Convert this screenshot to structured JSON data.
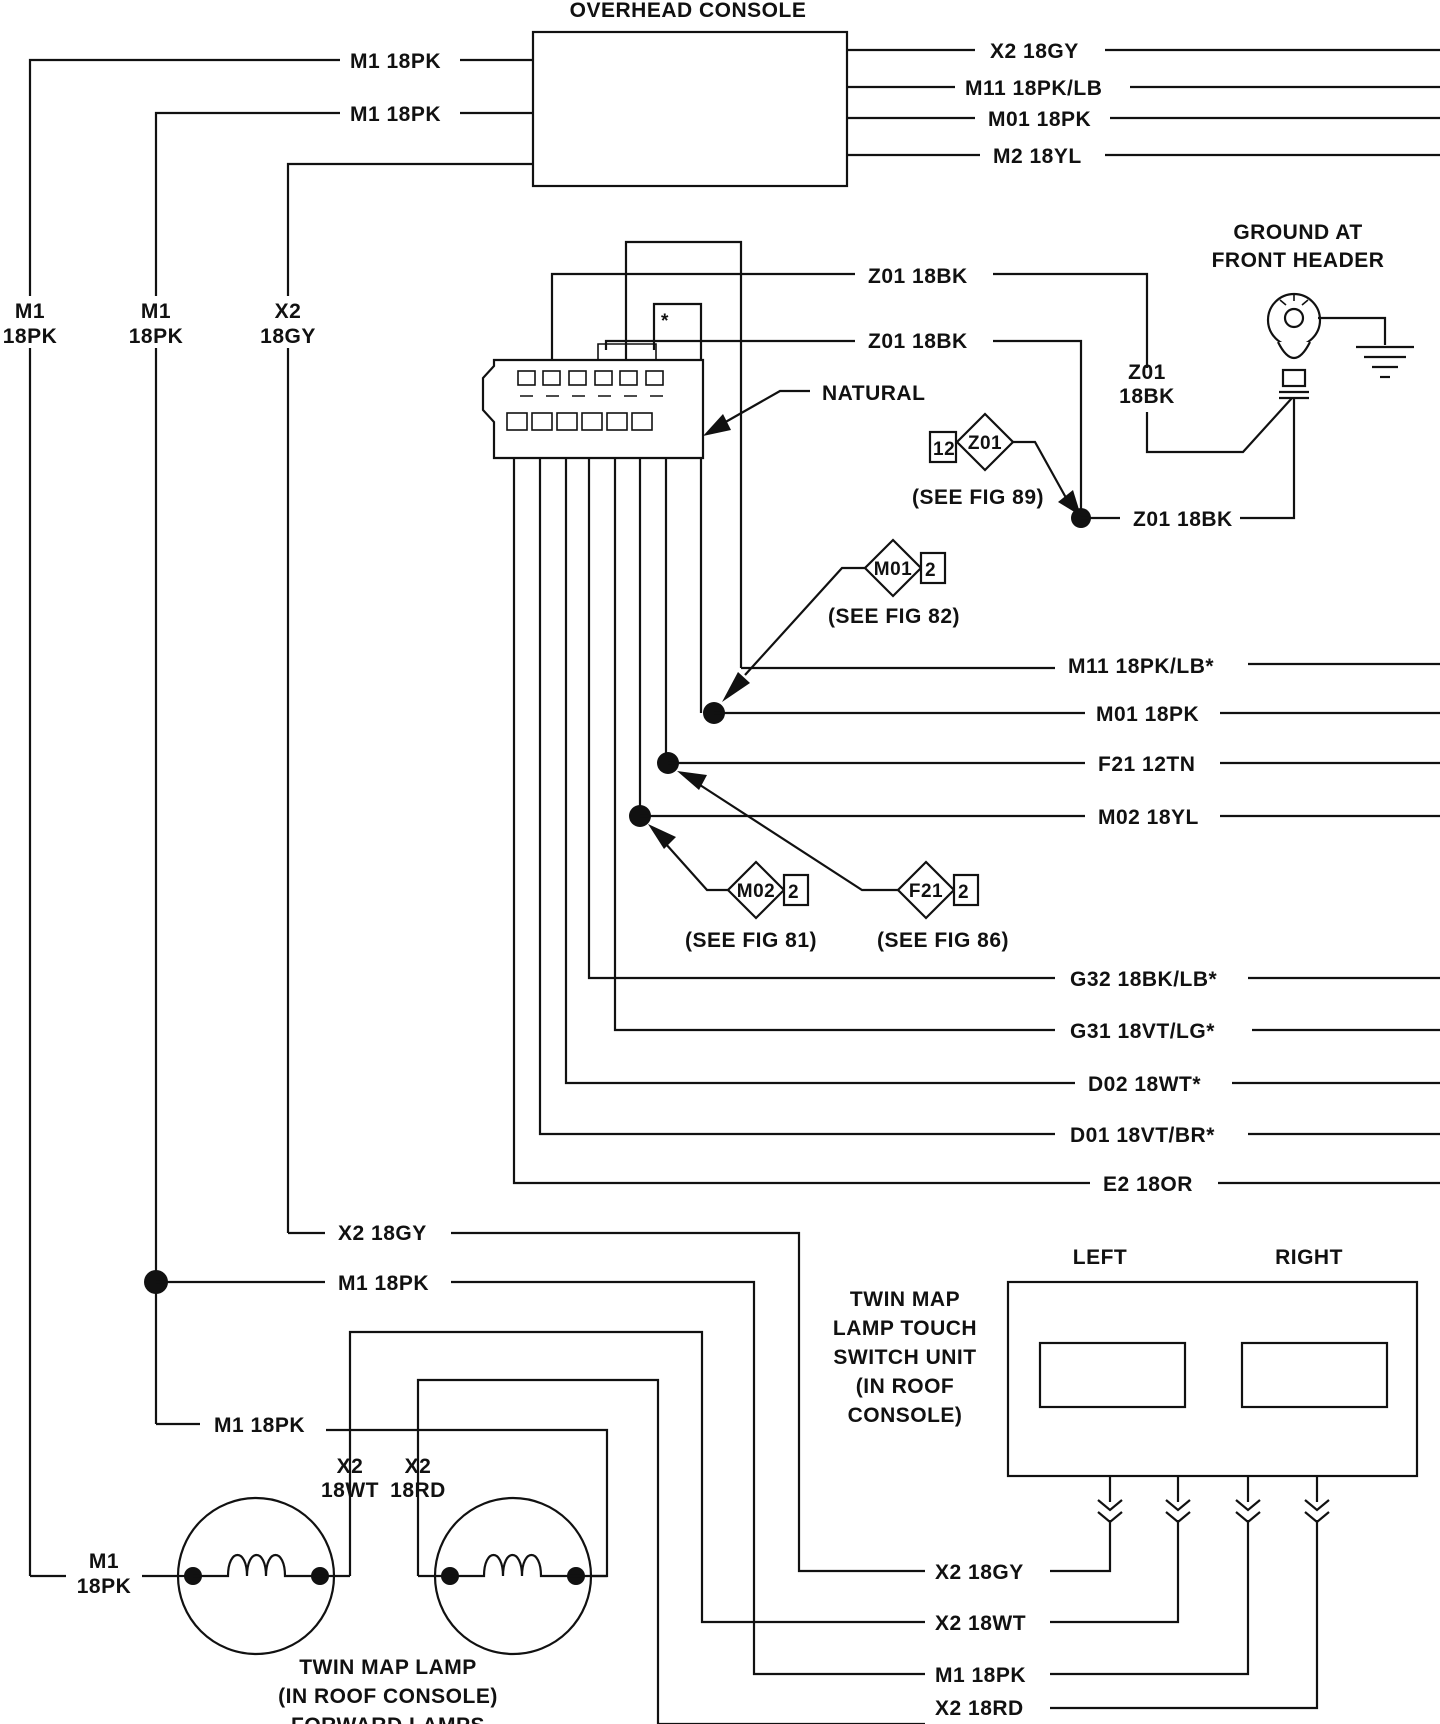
{
  "overhead_console": {
    "title": "OVERHEAD CONSOLE",
    "left_wires": [
      "M1 18PK",
      "M1 18PK"
    ],
    "right_wires": [
      "X2 18GY",
      "M11 18PK/LB",
      "M01 18PK",
      "M2 18YL"
    ]
  },
  "left_columns": [
    {
      "line1": "M1",
      "line2": "18PK"
    },
    {
      "line1": "M1",
      "line2": "18PK"
    },
    {
      "line1": "X2",
      "line2": "18GY"
    }
  ],
  "ground": {
    "title_line1": "GROUND AT",
    "title_line2": "FRONT HEADER",
    "wire_top": "Z01 18BK",
    "wire_second": "Z01 18BK",
    "vertical_line1": "Z01",
    "vertical_line2": "18BK",
    "splice_wire": "Z01 18BK"
  },
  "connector": {
    "color_label": "NATURAL",
    "pin_mark": "*"
  },
  "references": [
    {
      "id": "Z01",
      "num": "12",
      "note": "(SEE FIG 89)"
    },
    {
      "id": "M01",
      "num": "2",
      "note": "(SEE FIG 82)"
    },
    {
      "id": "M02",
      "num": "2",
      "note": "(SEE FIG 81)"
    },
    {
      "id": "F21",
      "num": "2",
      "note": "(SEE FIG 86)"
    }
  ],
  "right_wires": [
    "M11 18PK/LB*",
    "M01 18PK",
    "F21 12TN",
    "M02 18YL",
    "G32 18BK/LB*",
    "G31 18VT/LG*",
    "D02 18WT*",
    "D01 18VT/BR*",
    "E2 18OR"
  ],
  "lower_wires": {
    "x2_gy": "X2 18GY",
    "m1_pk_a": "M1 18PK",
    "m1_pk_b": "M1 18PK",
    "lamp_left_l1": "M1",
    "lamp_left_l2": "18PK",
    "x2_wt_l1": "X2",
    "x2_wt_l2": "18WT",
    "x2_rd_l1": "X2",
    "x2_rd_l2": "18RD"
  },
  "switch_unit": {
    "label_lines": [
      "TWIN MAP",
      "LAMP TOUCH",
      "SWITCH UNIT",
      "(IN ROOF",
      "CONSOLE)"
    ],
    "left": "LEFT",
    "right": "RIGHT",
    "outputs": [
      "X2 18GY",
      "X2 18WT",
      "M1 18PK",
      "X2 18RD"
    ]
  },
  "lamp": {
    "label_lines": [
      "TWIN MAP LAMP",
      "(IN ROOF CONSOLE)",
      "FORWARD LAMPS"
    ]
  }
}
